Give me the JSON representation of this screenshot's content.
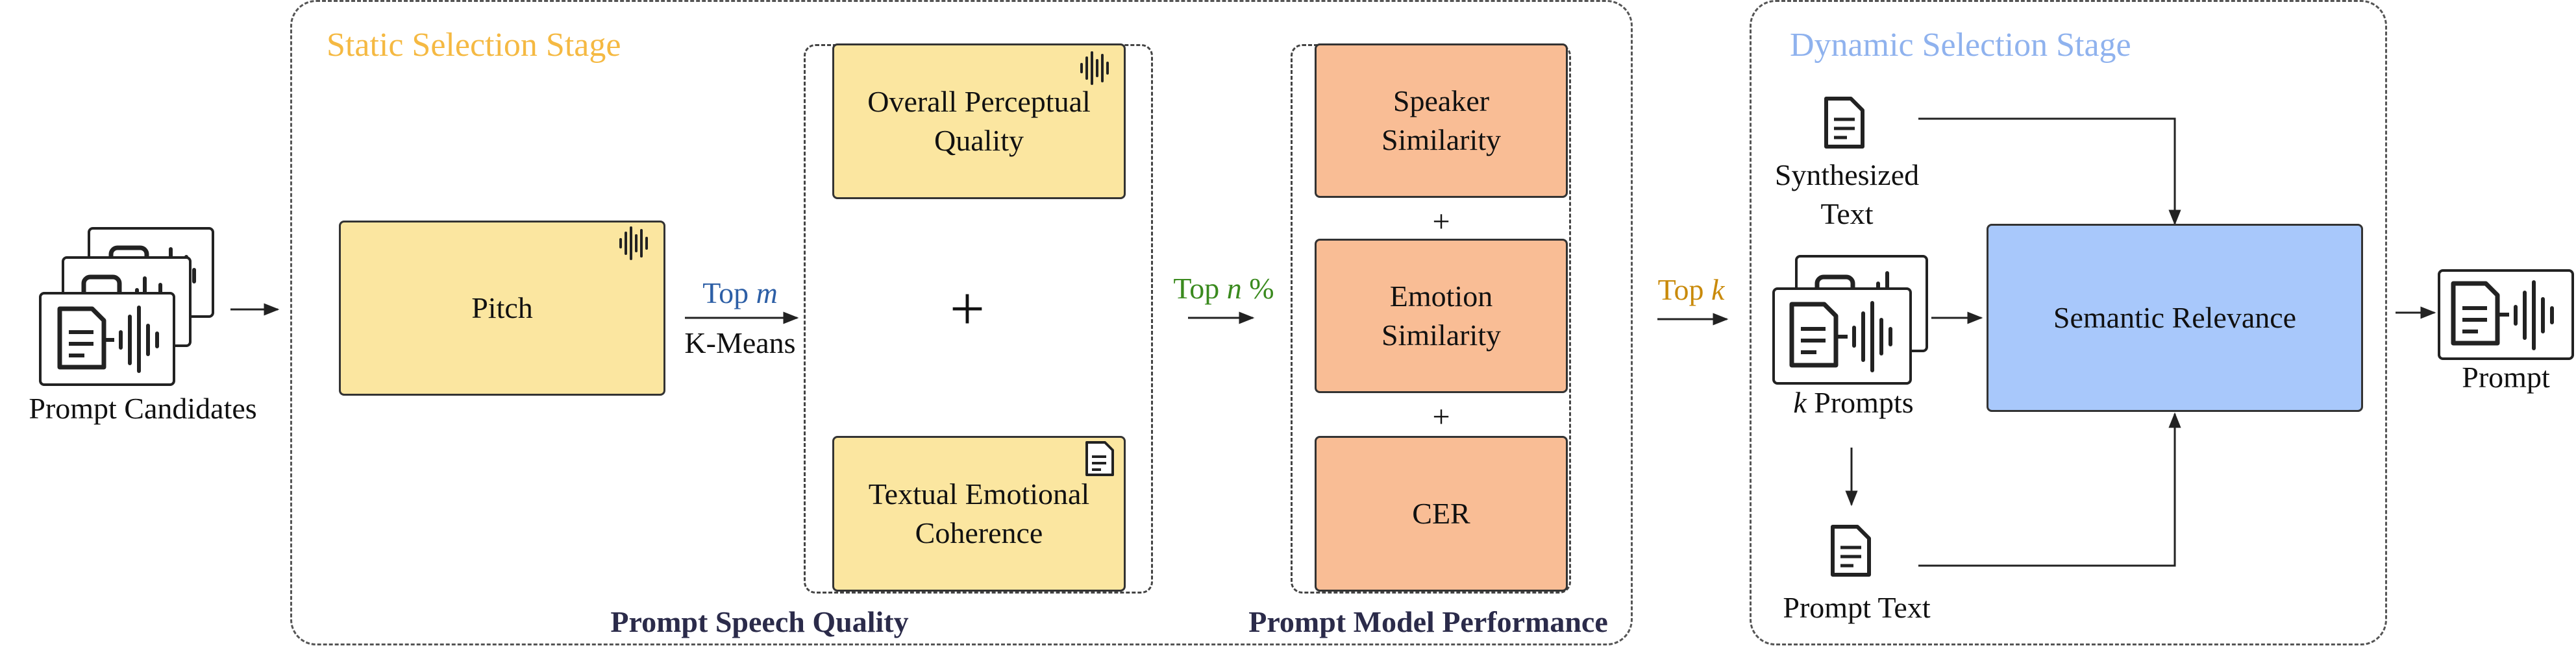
{
  "inputs": {
    "candidates_label": "Prompt Candidates"
  },
  "static_stage": {
    "title": "Static Selection Stage",
    "pitch": "Pitch",
    "top_m_prefix": "Top ",
    "top_m_var": "m",
    "kmeans": "K-Means",
    "overall_quality": "Overall Perceptual Quality",
    "plus": "+",
    "textual_emotion": "Textual Emotional Coherence",
    "top_n_prefix": "Top ",
    "top_n_var": "n",
    "top_n_suffix": " %",
    "speaker_similarity": "Speaker Similarity",
    "emotion_similarity": "Emotion Similarity",
    "cer": "CER",
    "group1_label": "Prompt Speech Quality",
    "group2_label": "Prompt Model Performance"
  },
  "top_k": {
    "prefix": "Top ",
    "var": "k"
  },
  "dynamic_stage": {
    "title": "Dynamic Selection Stage",
    "synth_text": "Synthesized Text",
    "k_prompts_var": "k",
    "k_prompts_suffix": " Prompts",
    "prompt_text": "Prompt Text",
    "semantic_relevance": "Semantic Relevance"
  },
  "output": {
    "label": "Prompt"
  },
  "colors": {
    "static_title": "#f5b942",
    "dynamic_title": "#8fb2ee",
    "top_m": "#2d5fa6",
    "top_n": "#3a8a1e",
    "top_k": "#c98a0a",
    "yellow_box": "#fbe6a0",
    "salmon_box": "#f9bd95",
    "blue_box": "#a8c8fb"
  },
  "icons": [
    "audio-waveform-icon",
    "document-icon",
    "prompt-card-icon"
  ]
}
